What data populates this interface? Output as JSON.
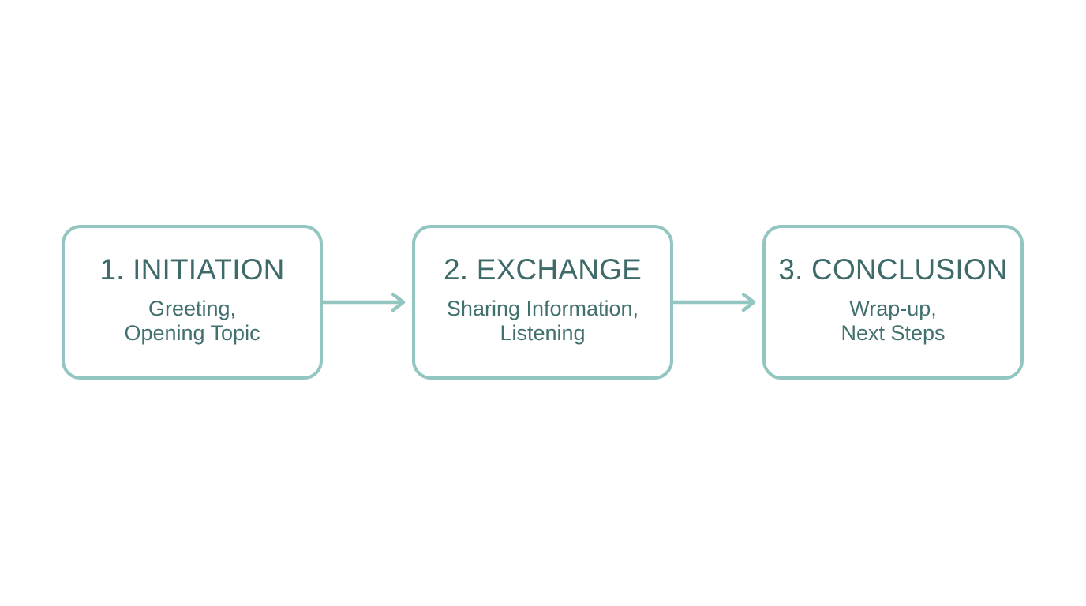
{
  "diagram": {
    "type": "linear-process-flow",
    "background_color": "#ffffff",
    "accent_color": "#93c6c1",
    "text_color": "#3e6b6a",
    "stages": [
      {
        "id": "initiation",
        "title": "1. INITIATION",
        "number": "1",
        "name": "INITIATION",
        "description_line_1": "Greeting,",
        "description_line_2": "Opening Topic"
      },
      {
        "id": "exchange",
        "title": "2. EXCHANGE",
        "number": "2",
        "name": "EXCHANGE",
        "description_line_1": "Sharing Information,",
        "description_line_2": "Listening"
      },
      {
        "id": "conclusion",
        "title": "3. CONCLUSION",
        "number": "3",
        "name": "CONCLUSION",
        "description_line_1": "Wrap-up,",
        "description_line_2": "Next Steps"
      }
    ],
    "connectors": [
      {
        "id": "arrow-1",
        "from": "initiation",
        "to": "exchange",
        "icon": "arrow-right-icon"
      },
      {
        "id": "arrow-2",
        "from": "exchange",
        "to": "conclusion",
        "icon": "arrow-right-icon"
      }
    ]
  }
}
